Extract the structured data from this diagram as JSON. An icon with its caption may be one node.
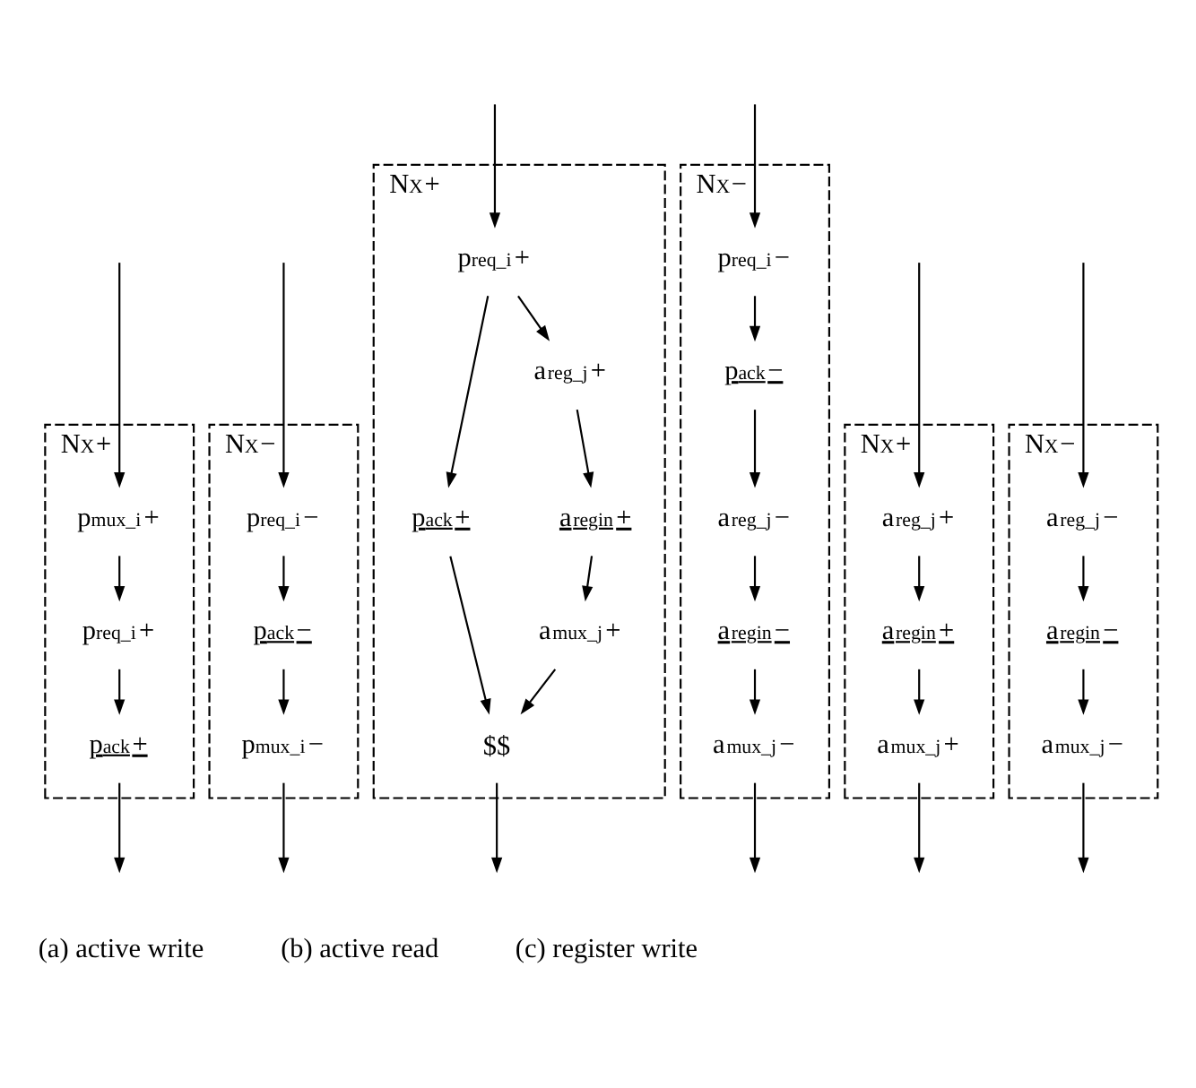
{
  "diagram": {
    "nodes": [
      {
        "text": [
          "N$_{X}$+"
        ]
      },
      {
        "text": [
          "p$_{mux_i}$+"
        ],
        "in": 0
      },
      {
        "text": [
          "p$_{req_i}$+"
        ],
        "in": 0
      },
      {
        "text": [
          "p$_{ack}$+"
        ],
        "in": 0
      },
      {
        "text": [
          "N$_{X}$−"
        ]
      },
      {
        "text": [
          "p$_{req_i}$−"
        ],
        "in": 4
      },
      {
        "text": [
          "p$_{ack}$−"
        ],
        "in": 4
      },
      {
        "text": [
          "p$_{mux_i}$−"
        ],
        "in": 4
      },
      {
        "text": [
          "N$_{X}$+"
        ]
      },
      {
        "text": [
          "p$_{req_i}$+"
        ],
        "in": 8
      },
      {
        "text": [
          "p$_{ack}$+"
        ],
        "in": 8
      },
      {
        "text": [
          "a$_{reg_j}$+"
        ],
        "in": 8
      },
      {
        "text": [
          "a$_{regin}$+"
        ],
        "in": 8
      },
      {
        "text": [
          "a$_{mux_j}$+"
        ],
        "in": 8
      },
      {
        "text": [
          "$$"
        ],
        "in": 8
      },
      {
        "text": [
          "N$_{X}$−"
        ]
      },
      {
        "text": [
          "p$_{req_i}$−"
        ],
        "in": 15
      },
      {
        "text": [
          "p$_{ack}$−"
        ],
        "in": 15
      },
      {
        "text": [
          "a$_{reg_j}$−"
        ],
        "in": 15
      },
      {
        "text": [
          "a$_{regin}$−"
        ],
        "in": 15
      },
      {
        "text": [
          "a$_{mux_j}$−"
        ],
        "in": 15
      },
      {
        "text": [
          "N$_{X}$+"
        ]
      },
      {
        "text": [
          "a$_{reg_j}$+"
        ],
        "in": 21
      },
      {
        "text": [
          "a$_{regin}$+"
        ],
        "in": 21
      },
      {
        "text": [
          "a$_{mux_j}$+"
        ],
        "in": 21
      },
      {
        "text": [
          "N$_{X}$−"
        ]
      },
      {
        "text": [
          "a$_{reg_j}$−"
        ],
        "in": 25
      },
      {
        "text": [
          "a$_{regin}$−"
        ],
        "in": 25
      },
      {
        "text": [
          "a$_{mux_j}$−"
        ],
        "in": 25
      }
    ],
    "edges": [
      {
        "from": null,
        "to": 1,
        "arrow": "to"
      },
      {
        "from": 1,
        "to": 2,
        "arrow": "to"
      },
      {
        "from": 2,
        "to": 3,
        "arrow": "to"
      },
      {
        "from": 3,
        "to": null,
        "arrow": "to"
      },
      {
        "from": null,
        "to": 5,
        "arrow": "to"
      },
      {
        "from": 5,
        "to": 6,
        "arrow": "to"
      },
      {
        "from": 6,
        "to": 7,
        "arrow": "to"
      },
      {
        "from": 7,
        "to": null,
        "arrow": "to"
      },
      {
        "from": null,
        "to": 9,
        "arrow": "to"
      },
      {
        "from": 9,
        "to": 10,
        "arrow": "to"
      },
      {
        "from": 9,
        "to": 11,
        "arrow": "to"
      },
      {
        "from": 11,
        "to": 12,
        "arrow": "to"
      },
      {
        "from": 12,
        "to": 13,
        "arrow": "to"
      },
      {
        "from": 13,
        "to": 14,
        "arrow": "to"
      },
      {
        "from": 10,
        "to": 14,
        "arrow": "to"
      },
      {
        "from": 14,
        "to": null,
        "arrow": "to"
      },
      {
        "from": null,
        "to": 16,
        "arrow": "to"
      },
      {
        "from": 16,
        "to": 17,
        "arrow": "to"
      },
      {
        "from": 17,
        "to": 18,
        "arrow": "to"
      },
      {
        "from": 18,
        "to": 19,
        "arrow": "to"
      },
      {
        "from": 19,
        "to": 20,
        "arrow": "to"
      },
      {
        "from": 20,
        "to": null,
        "arrow": "to"
      },
      {
        "from": null,
        "to": 22,
        "arrow": "to"
      },
      {
        "from": 22,
        "to": 23,
        "arrow": "to"
      },
      {
        "from": 23,
        "to": 24,
        "arrow": "to"
      },
      {
        "from": 24,
        "to": null,
        "arrow": "to"
      },
      {
        "from": null,
        "to": 26,
        "arrow": "to"
      },
      {
        "from": 26,
        "to": 27,
        "arrow": "to"
      },
      {
        "from": 27,
        "to": 28,
        "arrow": "to"
      },
      {
        "from": 28,
        "to": null,
        "arrow": "to"
      }
    ],
    "labels": [
      "(a) active write",
      "(b) active read",
      "(c) register write"
    ]
  }
}
